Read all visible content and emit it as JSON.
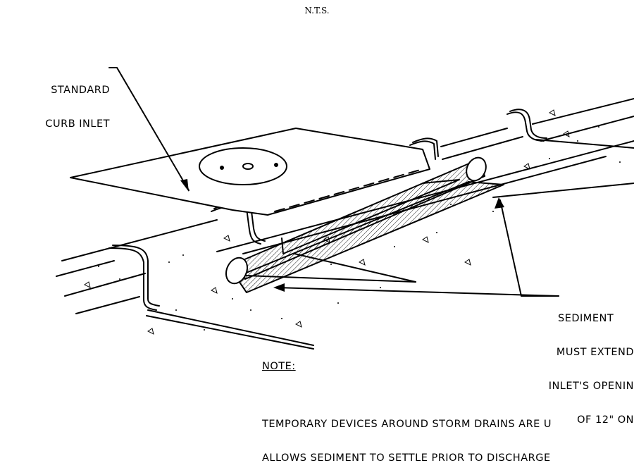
{
  "scale_note": "N.T.S.",
  "callouts": {
    "curb_inlet": [
      "STANDARD",
      "CURB INLET"
    ],
    "sediment": [
      "SEDIMENT",
      "MUST EXTEND",
      "INLET'S OPENIN",
      "OF 12\" ON"
    ]
  },
  "note": {
    "heading": "NOTE:",
    "lines": [
      "TEMPORARY DEVICES AROUND STORM DRAINS ARE U",
      "ALLOWS SEDIMENT TO SETTLE PRIOR TO DISCHARGE"
    ]
  }
}
